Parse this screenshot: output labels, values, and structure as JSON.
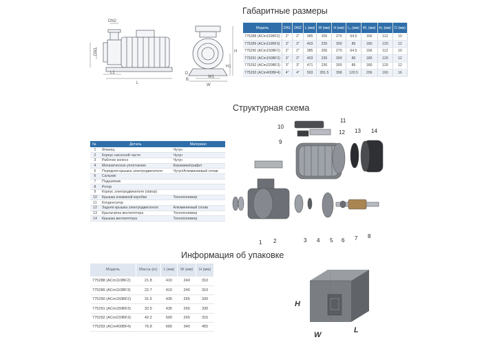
{
  "sections": {
    "dimensions_title": "Габаритные размеры",
    "structure_title": "Структурная схема",
    "packaging_title": "Информация об упаковке"
  },
  "drawing_labels": {
    "dn2": "DN2",
    "dn1": "DN1",
    "l": "L",
    "l1": "L1",
    "h": "H",
    "h1": "H1",
    "d": "D",
    "b": "B",
    "w": "W",
    "w1": "W1"
  },
  "dimensions_table": {
    "headers": [
      "Модель",
      "DN1",
      "DN2",
      "L (мм)",
      "W (мм)",
      "H (мм)",
      "L₁ (мм)",
      "W₁ (мм)",
      "H₁ (мм)",
      "D (мм)"
    ],
    "rows": [
      [
        "775288 (ACm110BF2)",
        "2\"",
        "2\"",
        "385",
        "206",
        "270",
        "64.5",
        "166",
        "112",
        "10"
      ],
      [
        "775289 (ACm110BF3)",
        "3\"",
        "3\"",
        "403",
        "230",
        "300",
        "86",
        "180",
        "120",
        "12"
      ],
      [
        "775290 (ACm150BF2)",
        "2\"",
        "2\"",
        "385",
        "206",
        "270",
        "64.5",
        "166",
        "112",
        "10"
      ],
      [
        "775291 (ACm150BF3)",
        "3\"",
        "3\"",
        "403",
        "230",
        "300",
        "86",
        "180",
        "120",
        "12"
      ],
      [
        "775292 (ACm220BF3)",
        "3\"",
        "3\"",
        "471",
        "230",
        "300",
        "86",
        "180",
        "120",
        "12"
      ],
      [
        "775293 (ACm400BF4)",
        "4\"",
        "4\"",
        "593",
        "281.5",
        "398",
        "120.5",
        "206",
        "160",
        "16"
      ]
    ]
  },
  "parts_table": {
    "headers": [
      "№",
      "Деталь",
      "Материал"
    ],
    "rows": [
      [
        "1",
        "Фланец",
        "Чугун"
      ],
      [
        "2",
        "Корпус насосной части",
        "Чугун"
      ],
      [
        "3",
        "Рабочее колесо",
        "Чугун"
      ],
      [
        "4",
        "Механическое уплотнение",
        "Керамика/графит"
      ],
      [
        "5",
        "Передняя крышка электродвигателя",
        "Чугун/Алюминиевый сплав"
      ],
      [
        "6",
        "Сальник",
        ""
      ],
      [
        "7",
        "Подшипник",
        ""
      ],
      [
        "8",
        "Ротор",
        ""
      ],
      [
        "9",
        "Корпус электродвигателя (statop)",
        ""
      ],
      [
        "10",
        "Крышка клеммной коробки",
        "Технополимер"
      ],
      [
        "11",
        "Конденсатор",
        ""
      ],
      [
        "12",
        "Задняя крышка электродвигателя",
        "Алюминиевый сплав"
      ],
      [
        "13",
        "Крыльчатка вентилятора",
        "Технополимер"
      ],
      [
        "14",
        "Крышка вентилятора",
        "Технополимер"
      ]
    ]
  },
  "exploded_numbers": [
    "1",
    "2",
    "3",
    "4",
    "5",
    "6",
    "7",
    "8",
    "9",
    "10",
    "11",
    "12",
    "13",
    "14"
  ],
  "packaging_table": {
    "headers": [
      "Модель",
      "Масса (кг)",
      "L (мм)",
      "W (мм)",
      "H (мм)"
    ],
    "rows": [
      [
        "775288 (ACm110BF2)",
        "21.8",
        "410",
        "240",
        "310"
      ],
      [
        "775289 (ACm110BF3)",
        "22.7",
        "410",
        "240",
        "310"
      ],
      [
        "775290 (ACm150BF2)",
        "31.5",
        "435",
        "265",
        "330"
      ],
      [
        "775291 (ACm150BF3)",
        "32.5",
        "435",
        "265",
        "330"
      ],
      [
        "775292 (ACm220BF3)",
        "42.2",
        "500",
        "265",
        "315"
      ],
      [
        "775293 (ACm400BF4)",
        "76.8",
        "665",
        "340",
        "455"
      ]
    ]
  },
  "box_labels": {
    "h": "H",
    "w": "W",
    "l": "L"
  },
  "colors": {
    "header_blue": "#2f6ea9",
    "row_stripe": "#eef2f8",
    "pack_header": "#dfe6f0"
  }
}
